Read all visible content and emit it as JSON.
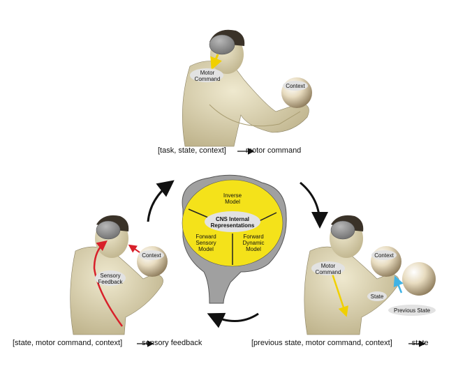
{
  "top_figure": {
    "labels": {
      "motor_command": "Motor\nCommand",
      "context": "Context"
    },
    "caption": {
      "inputs": "[task, state, context]",
      "output": "motor command"
    }
  },
  "left_figure": {
    "labels": {
      "sensory_feedback": "Sensory\nFeedback",
      "context": "Context"
    },
    "caption": {
      "inputs": "[state, motor command, context]",
      "output": "sensory feedback"
    }
  },
  "right_figure": {
    "labels": {
      "motor_command": "Motor\nCommand",
      "context": "Context",
      "state": "State",
      "previous_state": "Previous State"
    },
    "caption": {
      "inputs": "[previous state, motor command, context]",
      "output": "state"
    }
  },
  "brain": {
    "center": "CNS Internal\nRepresentations",
    "inverse": "Inverse\nModel",
    "forward_sensory": "Forward\nSensory\nModel",
    "forward_dynamic": "Forward\nDynamic\nModel"
  },
  "colors": {
    "yellow": "#f4e21a",
    "brain_gray": "#9a9a9a",
    "skin": "#d8d3b5",
    "red": "#d8202a",
    "blue": "#3fb3e6",
    "arrow": "#111111"
  }
}
